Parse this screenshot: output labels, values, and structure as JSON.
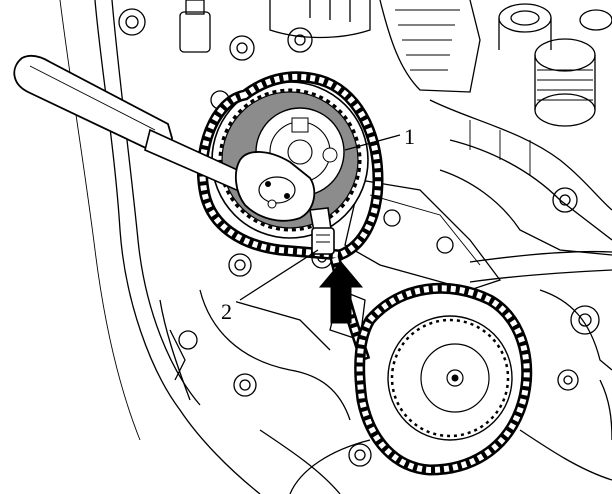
{
  "figure": {
    "callouts": [
      {
        "id": "1",
        "label": "1"
      },
      {
        "id": "2",
        "label": "2"
      }
    ],
    "colors": {
      "line": "#000000",
      "background": "#ffffff",
      "sprocket_fill": "#8c8c8c",
      "arrow_fill": "#000000"
    },
    "icons": [
      "ratchet-wrench",
      "camshaft-sprocket",
      "timing-chain",
      "holding-pin",
      "direction-arrow-up"
    ]
  }
}
